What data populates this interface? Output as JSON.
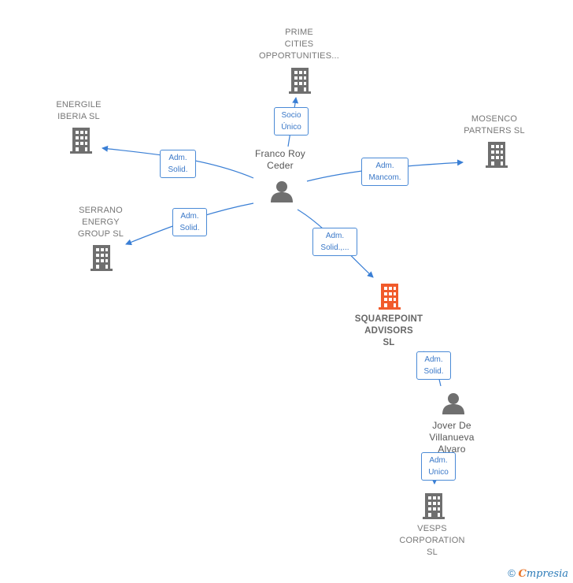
{
  "nodes": {
    "prime": {
      "lines": [
        "PRIME",
        "CITIES",
        "OPPORTUNITIES..."
      ],
      "type": "company"
    },
    "energile": {
      "lines": [
        "ENERGILE",
        "IBERIA  SL"
      ],
      "type": "company"
    },
    "mosenco": {
      "lines": [
        "MOSENCO",
        "PARTNERS  SL"
      ],
      "type": "company"
    },
    "serrano": {
      "lines": [
        "SERRANO",
        "ENERGY",
        "GROUP  SL"
      ],
      "type": "company"
    },
    "franco": {
      "lines": [
        "Franco Roy",
        "Ceder"
      ],
      "type": "person"
    },
    "squarepoint": {
      "lines": [
        "SQUAREPOINT",
        "ADVISORS",
        "SL"
      ],
      "type": "company-main"
    },
    "jover": {
      "lines": [
        "Jover De",
        "Villanueva",
        "Alvaro"
      ],
      "type": "person"
    },
    "vesps": {
      "lines": [
        "VESPS",
        "CORPORATION",
        "SL"
      ],
      "type": "company"
    }
  },
  "edges": {
    "franco_prime": {
      "lines": [
        "Socio",
        "Único"
      ]
    },
    "franco_energile": {
      "lines": [
        "Adm.",
        "Solid."
      ]
    },
    "franco_mosenco": {
      "lines": [
        "Adm.",
        "Mancom."
      ]
    },
    "franco_serrano": {
      "lines": [
        "Adm.",
        "Solid."
      ]
    },
    "franco_squarepoint": {
      "lines": [
        "Adm.",
        "Solid.,..."
      ]
    },
    "jover_squarepoint": {
      "lines": [
        "Adm.",
        "Solid."
      ]
    },
    "jover_vesps": {
      "lines": [
        "Adm.",
        "Unico"
      ]
    }
  },
  "colors": {
    "edge": "#3a7fd5",
    "company": "#6f6f6f",
    "main": "#f15a2b",
    "person": "#6f6f6f"
  },
  "brand": {
    "copyright": "©",
    "e": "C",
    "rest": "mpresia"
  }
}
